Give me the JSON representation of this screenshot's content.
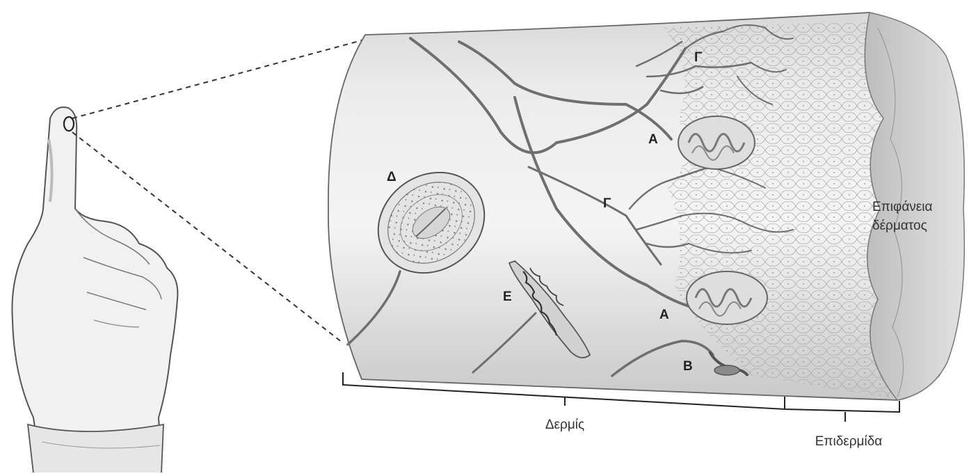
{
  "labels": {
    "meissner_top": "Α",
    "meissner_bottom": "Α",
    "merkel": "Β",
    "free_endings_top": "Γ",
    "free_endings_mid": "Γ",
    "pacinian": "Δ",
    "ruffini": "Ε"
  },
  "regions": {
    "dermis": "Δερμίς",
    "epidermis": "Επιδερμίδα",
    "surface_line1": "Επιφάνεια",
    "surface_line2": "δέρματος"
  }
}
